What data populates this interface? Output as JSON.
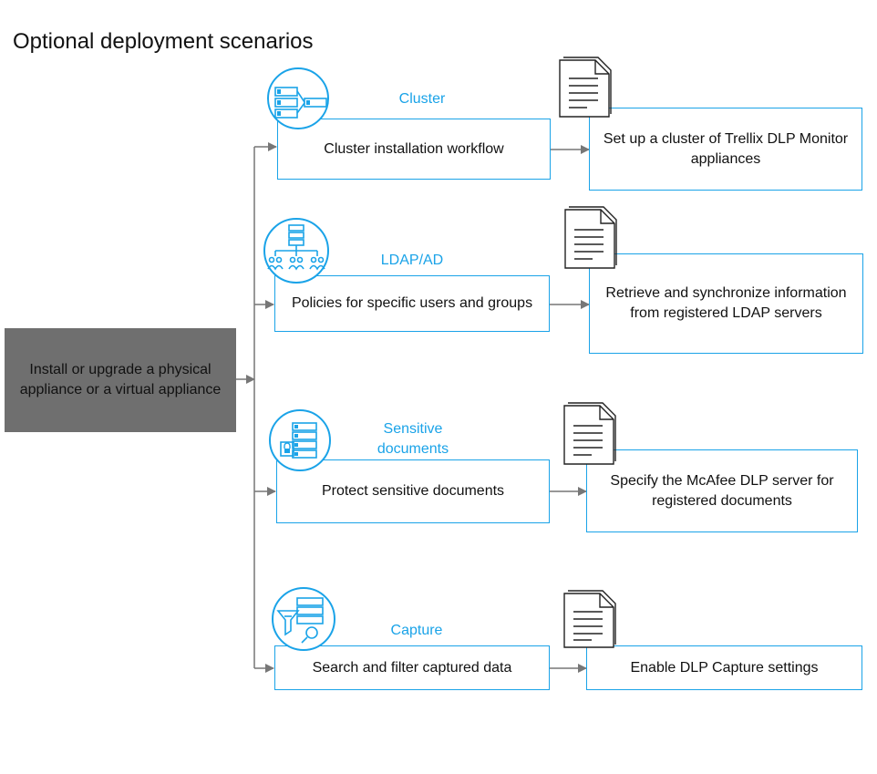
{
  "title": "Optional deployment scenarios",
  "start": "Install or upgrade a physical appliance or a virtual appliance",
  "scenarios": [
    {
      "label": "Cluster",
      "task": "Cluster installation workflow",
      "result": "Set up a cluster of Trellix DLP Monitor appliances",
      "icon": "server-cluster-icon"
    },
    {
      "label": "LDAP/AD",
      "task": "Policies for specific users and groups",
      "result": "Retrieve and synchronize information from registered LDAP servers",
      "icon": "user-groups-icon"
    },
    {
      "label": "Sensitive documents",
      "task": "Protect sensitive  documents",
      "result": "Specify the McAfee DLP server for registered documents",
      "icon": "locked-server-icon"
    },
    {
      "label": "Capture",
      "task": "Search and filter  captured data",
      "result": "Enable DLP Capture settings",
      "icon": "filter-search-icon"
    }
  ],
  "colors": {
    "accent": "#1aa3e8",
    "start_fill": "#6f6f6f",
    "connector": "#777777"
  }
}
